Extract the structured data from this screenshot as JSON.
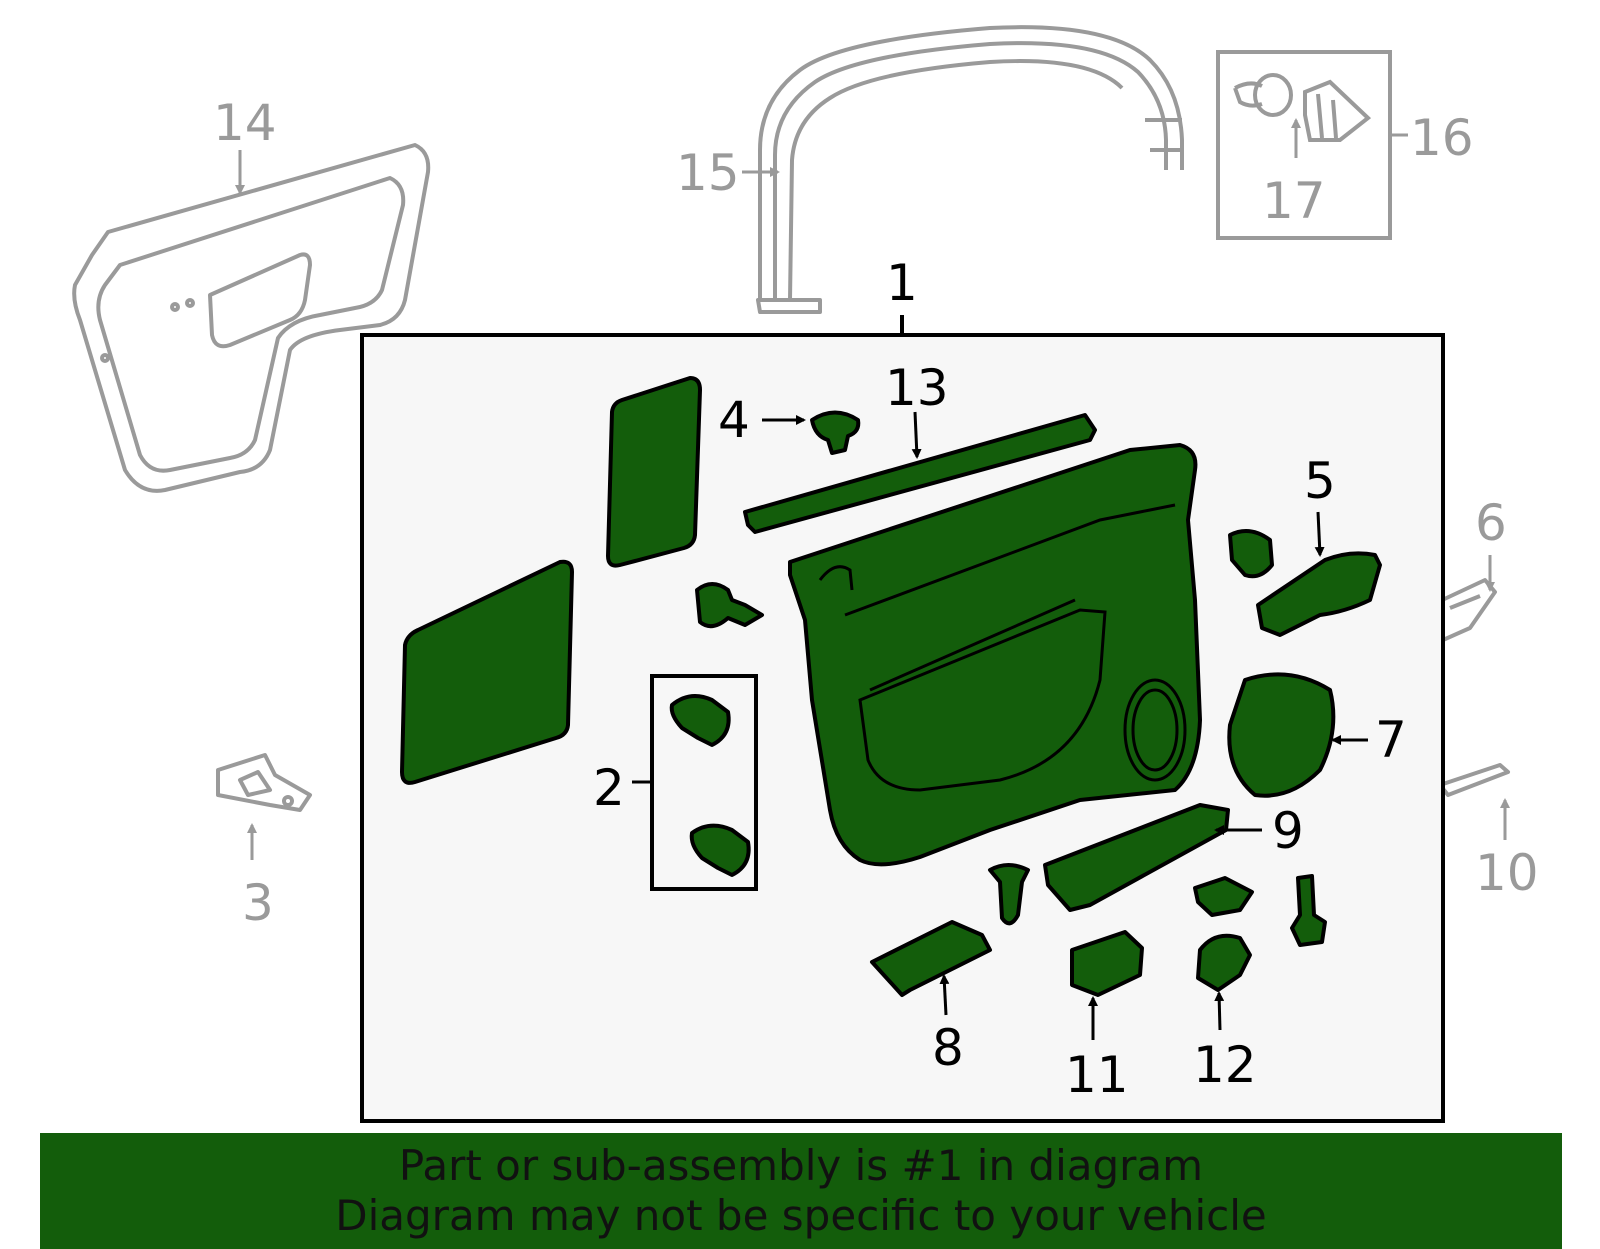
{
  "colors": {
    "part_fill": "#135d0b",
    "part_stroke": "#000000",
    "context_stroke": "#9a9a9a",
    "box_fill": "#f7f7f7",
    "banner_fill": "#135d0b"
  },
  "callouts": {
    "c1": "1",
    "c2": "2",
    "c3": "3",
    "c4": "4",
    "c5": "5",
    "c6": "6",
    "c7": "7",
    "c8": "8",
    "c9": "9",
    "c10": "10",
    "c11": "11",
    "c12": "12",
    "c13": "13",
    "c14": "14",
    "c15": "15",
    "c16": "16",
    "c17": "17"
  },
  "banner": {
    "line1": "Part or sub-assembly is #1 in diagram",
    "line2": "Diagram may not be specific to your vehicle"
  }
}
